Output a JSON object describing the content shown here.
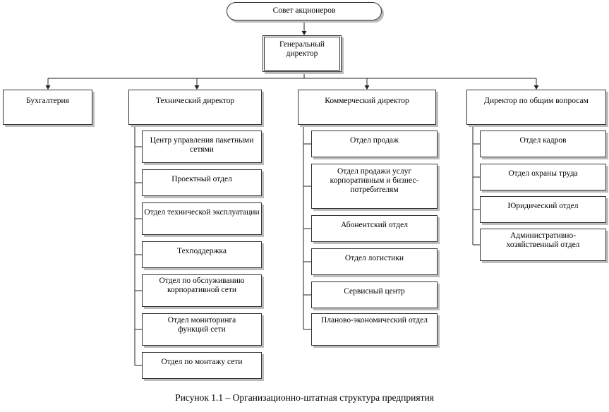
{
  "top": "Совет акционеров",
  "ceo": "Генеральный директор",
  "branches": [
    {
      "title": "Бухгалтерия",
      "items": []
    },
    {
      "title": "Технический директор",
      "items": [
        "Центр управления пакетными сетями",
        "Проектный отдел",
        "Отдел технической эксплуатации",
        "Техподдержка",
        "Отдел по обслуживанию корпоративной сети",
        "Отдел  мониторинга функций сети",
        "Отдел по монтажу сети"
      ]
    },
    {
      "title": "Коммерческий директор",
      "items": [
        "Отдел продаж",
        "Отдел продажи услуг корпоративным и бизнес-потребителям",
        "Абонентский отдел",
        "Отдел логистики",
        "Сервисный центр",
        "Планово-экономический отдел"
      ]
    },
    {
      "title": "Директор по общим вопросам",
      "items": [
        "Отдел кадров",
        "Отдел охраны труда",
        "Юридический отдел",
        "Административно-хозяйственный отдел"
      ]
    }
  ],
  "caption": "Рисунок  1.1 – Организационно-штатная структура предприятия"
}
